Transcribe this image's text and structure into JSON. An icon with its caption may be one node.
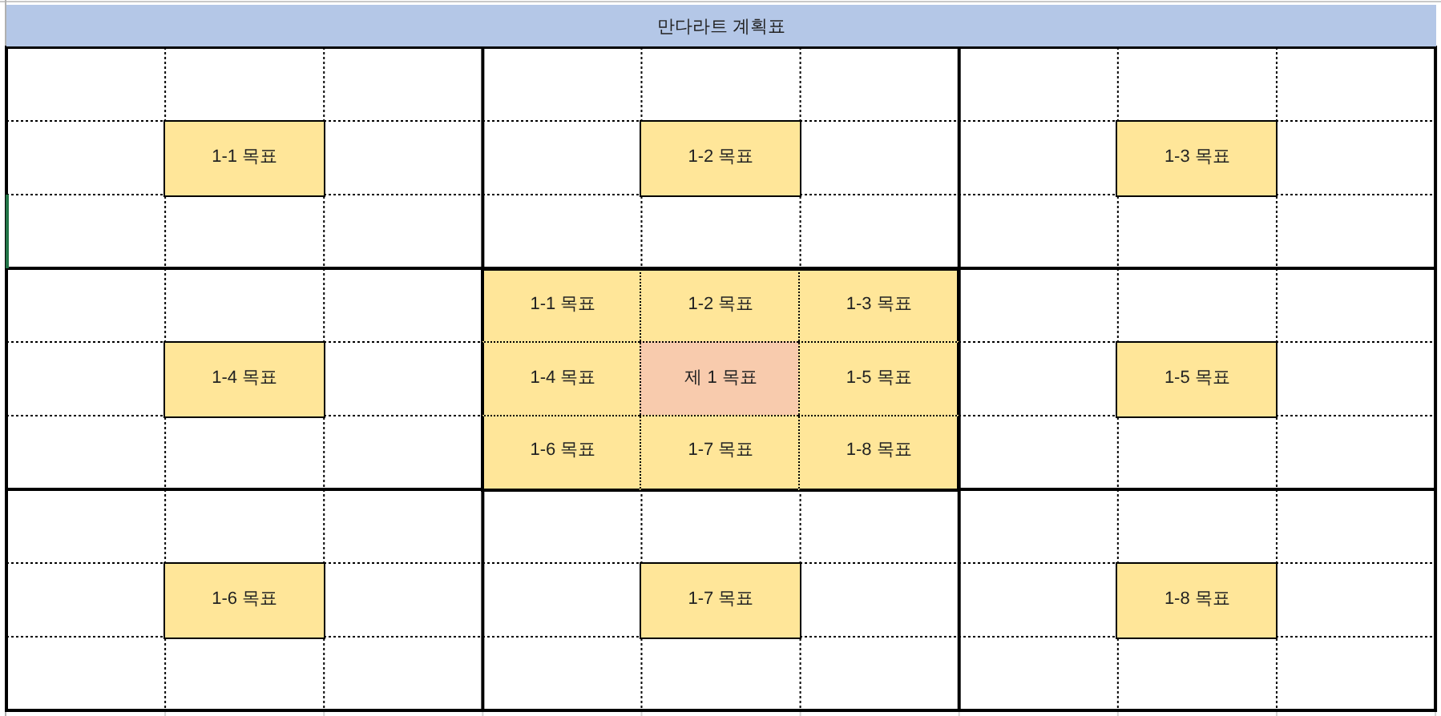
{
  "diagram": {
    "title": "만다라트 계획표",
    "nodes": [
      {
        "text": [
          "1-1 목표"
        ]
      },
      {
        "text": [
          "1-2 목표"
        ]
      },
      {
        "text": [
          "1-3 목표"
        ]
      },
      {
        "text": [
          "1-1 목표"
        ]
      },
      {
        "text": [
          "1-2 목표"
        ]
      },
      {
        "text": [
          "1-3 목표"
        ]
      },
      {
        "text": [
          "1-4 목표"
        ]
      },
      {
        "text": [
          "1-4 목표"
        ]
      },
      {
        "text": [
          "제 1 목표"
        ]
      },
      {
        "text": [
          "1-5 목표"
        ]
      },
      {
        "text": [
          "1-5 목표"
        ]
      },
      {
        "text": [
          "1-6 목표"
        ]
      },
      {
        "text": [
          "1-7 목표"
        ]
      },
      {
        "text": [
          "1-8 목표"
        ]
      },
      {
        "text": [
          "1-6 목표"
        ]
      },
      {
        "text": [
          "1-7 목표"
        ]
      },
      {
        "text": [
          "1-8 목표"
        ]
      }
    ]
  }
}
